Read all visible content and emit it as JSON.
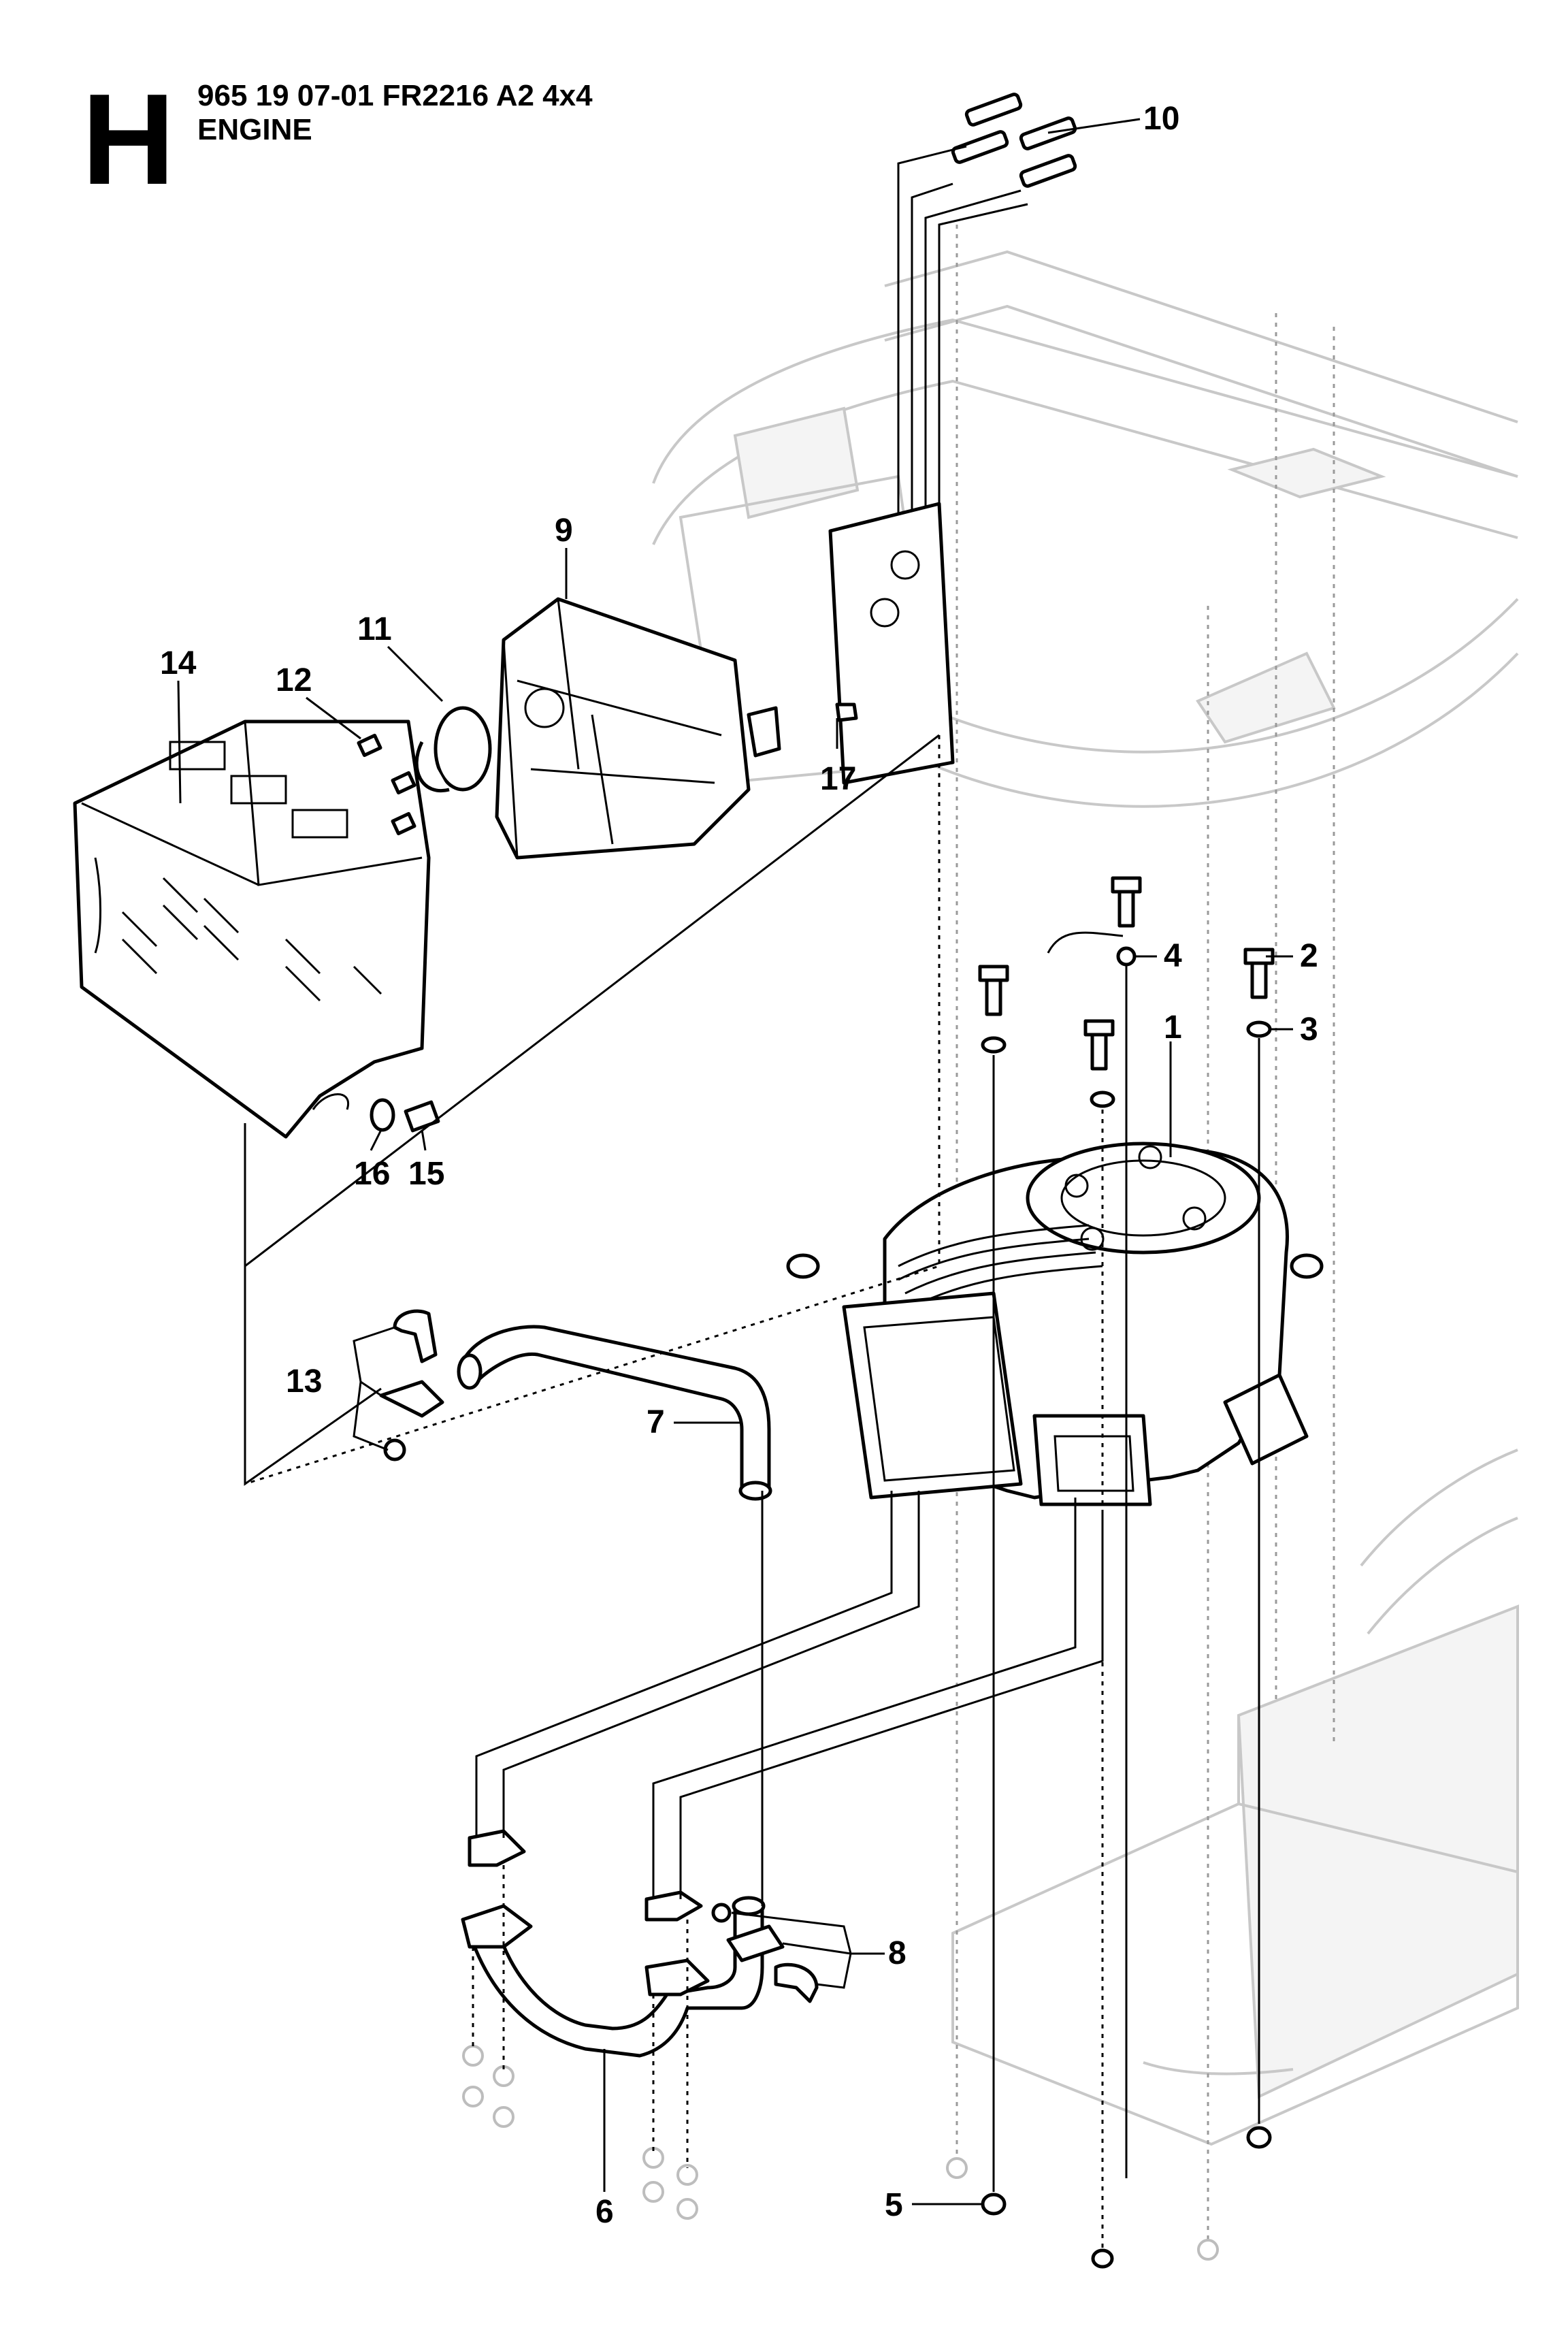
{
  "header": {
    "section_letter": "H",
    "title_line1": "965 19 07-01 FR2216 A2 4x4",
    "title_line2": "ENGINE"
  },
  "callouts": [
    "1",
    "2",
    "3",
    "4",
    "5",
    "6",
    "7",
    "8",
    "9",
    "10",
    "11",
    "12",
    "13",
    "14",
    "15",
    "16",
    "17"
  ]
}
